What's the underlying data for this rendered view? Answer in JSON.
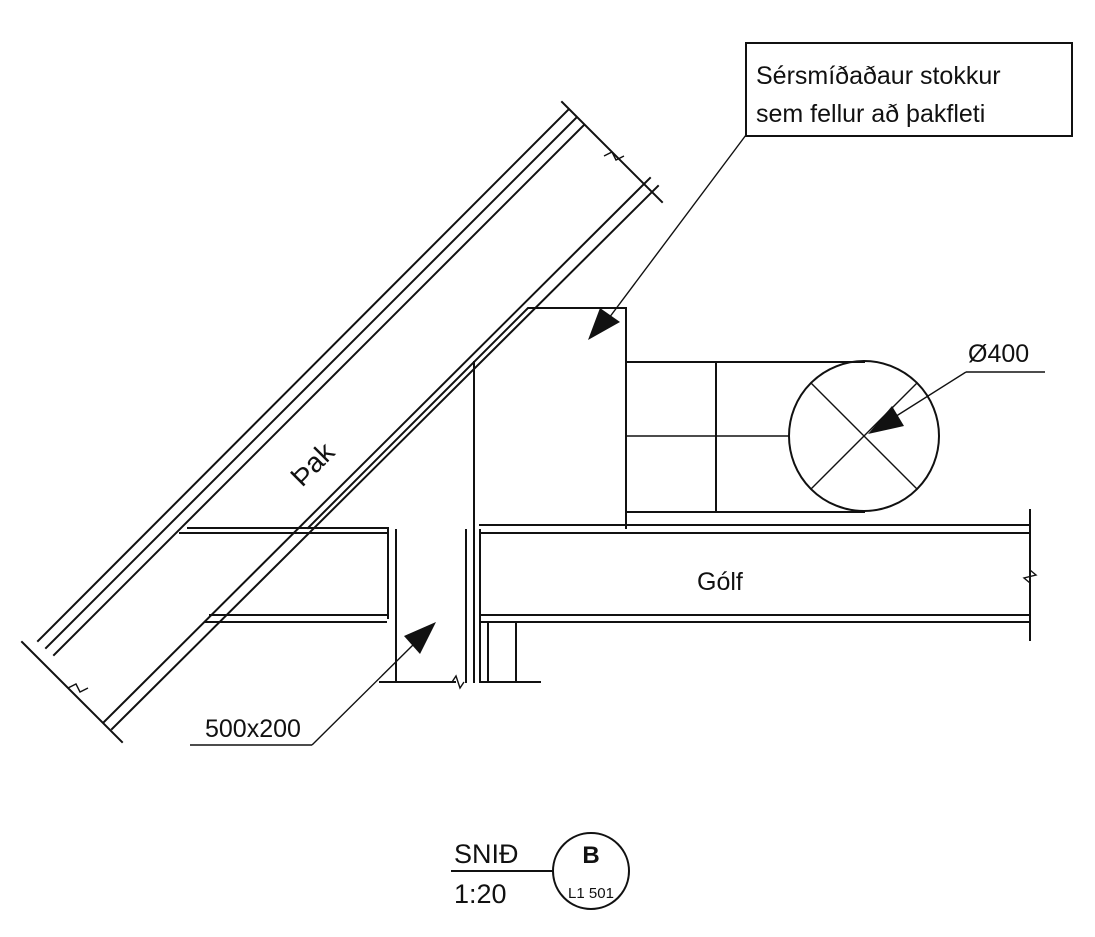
{
  "labels": {
    "callout_line1": "Sérsmíðaðaur stokkur",
    "callout_line2": "sem fellur að þakfleti",
    "roof": "Þak",
    "floor": "Gólf",
    "round_duct": "Ø400",
    "rect_duct": "500x200"
  },
  "title_block": {
    "section_label": "SNIÐ",
    "scale": "1:20",
    "section_id": "B",
    "sheet_ref": "L1 501"
  },
  "colors": {
    "line": "#111111",
    "background": "#ffffff"
  }
}
